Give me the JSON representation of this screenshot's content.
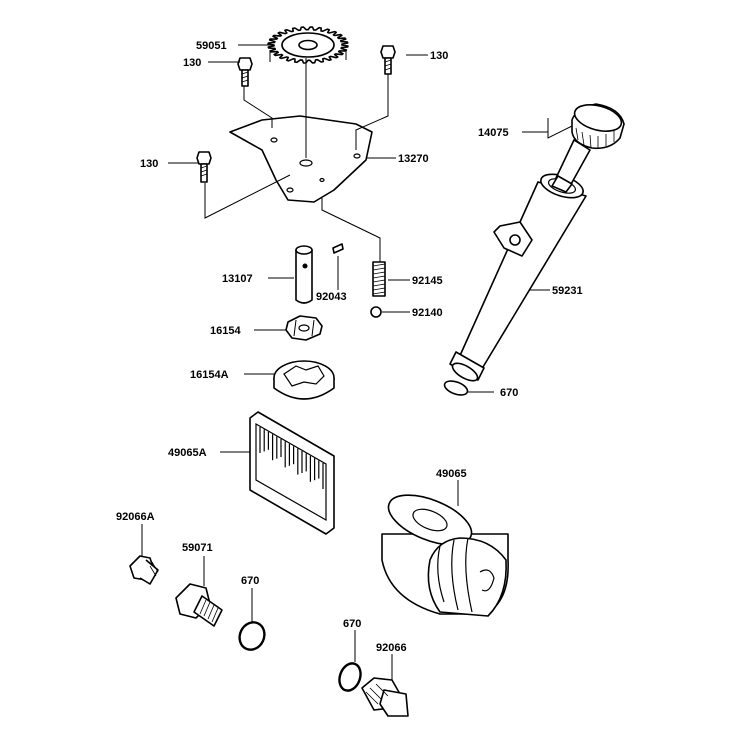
{
  "parts": {
    "p59051": "59051",
    "p130_left": "130",
    "p130_right": "130",
    "p130_mid": "130",
    "p13270": "13270",
    "p14075": "14075",
    "p13107": "13107",
    "p92043": "92043",
    "p92145": "92145",
    "p92140": "92140",
    "p16154": "16154",
    "p16154A": "16154A",
    "p59231": "59231",
    "p670_top": "670",
    "p49065A": "49065A",
    "p49065": "49065",
    "p92066A": "92066A",
    "p59071": "59071",
    "p670_left": "670",
    "p670_bottom": "670",
    "p92066": "92066"
  }
}
